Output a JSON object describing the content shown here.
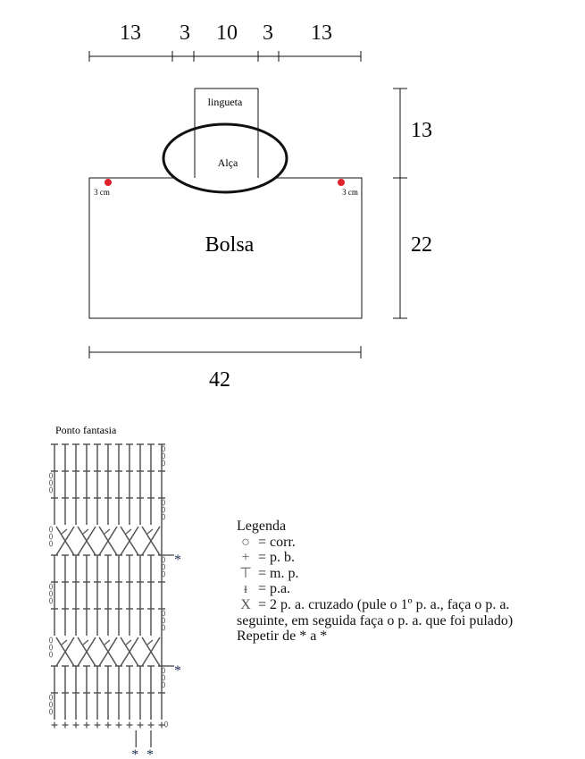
{
  "top_dims": [
    "13",
    "3",
    "10",
    "3",
    "13"
  ],
  "labels": {
    "lingueta": "lingueta",
    "alca": "Alça",
    "bolsa": "Bolsa",
    "cm_left": "3 cm",
    "cm_right": "3 cm"
  },
  "right_dims": [
    "13",
    "22"
  ],
  "bottom_dim": "42",
  "chart_title": "Ponto fantasia",
  "chart_marker": "*",
  "colors": {
    "dot": "#e0202a",
    "ink": "#111111",
    "stitch": "#555555"
  },
  "legend": {
    "title": "Legenda",
    "items": [
      {
        "icon": "chain-oval-icon",
        "glyph": "○",
        "text": "= corr."
      },
      {
        "icon": "single-crochet-plus-icon",
        "glyph": "+",
        "text": "= p. b."
      },
      {
        "icon": "half-double-crochet-icon",
        "glyph": "⊤",
        "text": "= m. p."
      },
      {
        "icon": "double-crochet-icon",
        "glyph": "ᵻ",
        "text": "= p.a."
      },
      {
        "icon": "crossed-double-crochet-icon",
        "glyph": "X",
        "text": "= 2 p. a. cruzado (pule o 1º p. a., faça o p. a."
      }
    ],
    "continuation": "seguinte, em seguida faça o p. a. que foi pulado)",
    "repeat": "Repetir de * a *"
  }
}
